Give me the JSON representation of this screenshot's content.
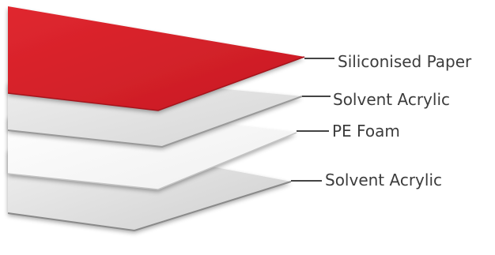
{
  "layers": [
    {
      "label": "Siliconised Paper",
      "color": "#d9232d"
    },
    {
      "label": "Solvent Acrylic",
      "color": "#e3e3e3"
    },
    {
      "label": "PE Foam",
      "color": "#f8f8f8"
    },
    {
      "label": "Solvent Acrylic",
      "color": "#e0e0e0"
    }
  ],
  "leader_color": "#444444",
  "text_color": "#3c3c3c"
}
